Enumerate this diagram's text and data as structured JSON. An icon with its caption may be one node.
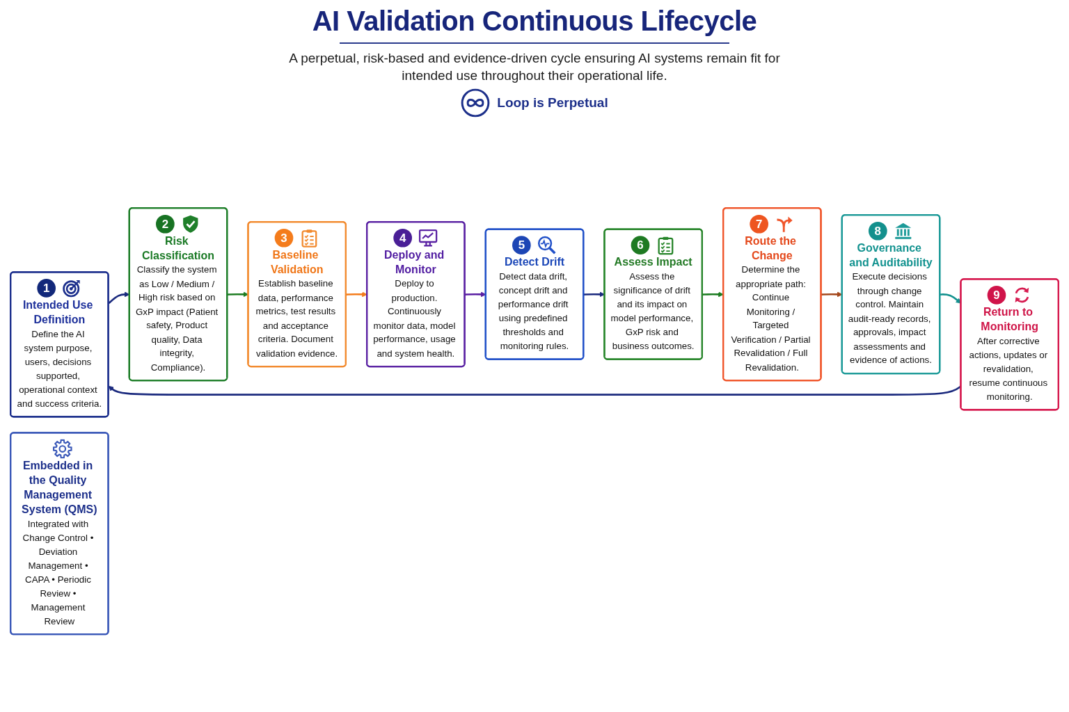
{
  "diagram": {
    "title": "AI Validation Continuous Lifecycle",
    "nodes": [
      {
        "text": [
          "1",
          "Intended Use Definition",
          "Define the AI system purpose, users, decisions supported, operational context and success criteria."
        ]
      },
      {
        "text": [
          "2",
          "Risk Classification",
          "Classify the system as Low / Medium / High risk based on GxP impact (Patient safety, Product quality, Data integrity, Compliance)."
        ]
      },
      {
        "text": [
          "3",
          "Baseline Validation",
          "Establish baseline data, performance metrics, test results and acceptance criteria. Document validation evidence."
        ]
      },
      {
        "text": [
          "4",
          "Deploy and Monitor",
          "Deploy to production. Continuously monitor data, model performance, usage and system health."
        ]
      },
      {
        "text": [
          "5",
          "Detect Drift",
          "Detect data drift, concept drift and performance drift using predefined thresholds and monitoring rules."
        ]
      },
      {
        "text": [
          "6",
          "Assess Impact",
          "Assess the significance of drift and its impact on model performance, GxP risk and business outcomes."
        ]
      },
      {
        "text": [
          "7",
          "Route the Change",
          "Determine the appropriate path: Continue Monitoring / Targeted Verification / Partial Revalidation / Full Revalidation."
        ]
      },
      {
        "text": [
          "8",
          "Governance and Auditability",
          "Execute decisions through change control. Maintain audit-ready records, approvals, impact assessments and evidence of actions."
        ]
      },
      {
        "text": [
          "9",
          "Return to Monitoring",
          "After corrective actions, updates or revalidation, resume continuous monitoring."
        ]
      },
      {
        "text": [
          "Embedded in the Quality Management System (QMS)",
          "Integrated with Change Control • Deviation Management • CAPA • Periodic Review • Management Review"
        ]
      }
    ],
    "edges": [
      {
        "from": 0,
        "to": 1,
        "arrow": "to"
      },
      {
        "from": 1,
        "to": 2,
        "arrow": "to",
        "color": "#1e7d22"
      },
      {
        "from": 2,
        "to": 3,
        "arrow": "to",
        "color": "#f47c1c"
      },
      {
        "from": 3,
        "to": 4,
        "arrow": "to",
        "color": "#5a1fa3"
      },
      {
        "from": 4,
        "to": 5,
        "arrow": "to"
      },
      {
        "from": 5,
        "to": 6,
        "arrow": "to",
        "color": "#1e7d22"
      },
      {
        "from": 6,
        "to": 7,
        "arrow": "to",
        "color": "#a4481c"
      },
      {
        "from": 7,
        "to": 8,
        "arrow": "to",
        "color": "#13918e"
      },
      {
        "from": 8,
        "to": 0,
        "arrow": "to"
      }
    ],
    "labels": [
      "A perpetual, risk-based and evidence-driven cycle ensuring AI systems remain fit for intended use throughout their operational life.",
      "Loop is Perpetual"
    ]
  }
}
